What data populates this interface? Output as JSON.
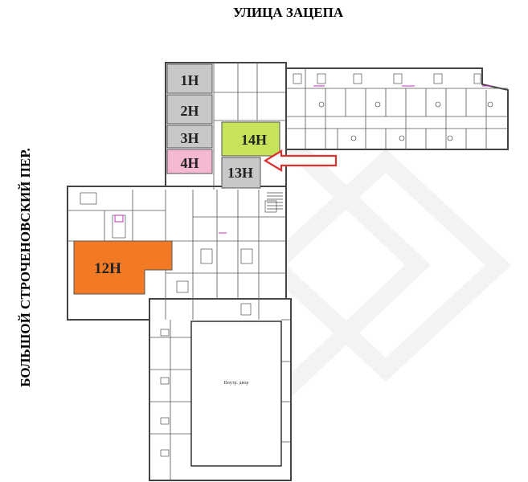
{
  "streets": {
    "top": "УЛИЦА ЗАЦЕПА",
    "side": "БОЛЬШОЙ СТРОЧЕНОВСКИЙ ПЕР."
  },
  "units": [
    {
      "id": "1H",
      "label": "1Н",
      "color": "#c8c8c8"
    },
    {
      "id": "2H",
      "label": "2Н",
      "color": "#c8c8c8"
    },
    {
      "id": "3H",
      "label": "3Н",
      "color": "#c8c8c8"
    },
    {
      "id": "4H",
      "label": "4Н",
      "color": "#f4b8d0"
    },
    {
      "id": "14H",
      "label": "14Н",
      "color": "#c6e35b"
    },
    {
      "id": "13H",
      "label": "13Н",
      "color": "#c8c8c8"
    },
    {
      "id": "12H",
      "label": "12Н",
      "color": "#f27a25"
    }
  ],
  "courtyard_label": "Внутр. двор",
  "pointer": {
    "color": "#e03030",
    "target": "14H"
  }
}
